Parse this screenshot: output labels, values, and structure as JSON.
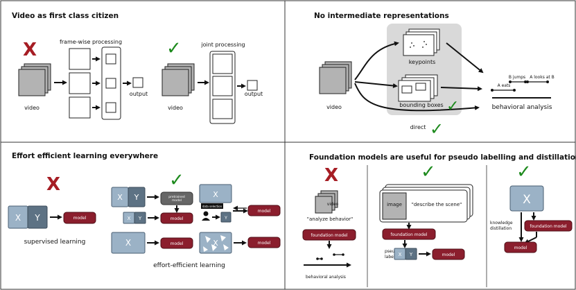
{
  "panel_tl": {
    "title": "Video as first class citizen",
    "frame_wise": "frame-wise processing",
    "joint": "joint processing",
    "video_a": "video",
    "video_b": "video",
    "output_a": "output",
    "output_b": "output",
    "cross": "X",
    "check": "✓"
  },
  "panel_tr": {
    "title": "No intermediate representations",
    "video": "video",
    "keypoints": "keypoints",
    "bounding_boxes": "bounding boxes",
    "direct": "direct",
    "behavioral_analysis": "behavioral analysis",
    "a_eats": "A eats",
    "b_jumps": "B jumps",
    "a_looks_at_b": "A looks at B",
    "check": "✓"
  },
  "panel_bl": {
    "title": "Effort efficient learning everywhere",
    "x": "X",
    "y": "Y",
    "model": "model",
    "supervised": "supervised learning",
    "effort": "effort-efficient learning",
    "pretrained": "pretrained model",
    "data_selection": "data selection",
    "cross": "X",
    "check": "✓"
  },
  "panel_br": {
    "title": "Foundation models are useful for pseudo labelling and distillation",
    "video": "video",
    "analyze": "\"analyze behavior\"",
    "foundation_model": "foundation model",
    "behavioral_analysis": "behavioral analysis",
    "image": "image",
    "describe": "\"describe the scene\"",
    "pseudo_labels": "pseudo labels",
    "x": "X",
    "y": "Y",
    "model": "model",
    "knowledge_distillation": "knowledge distillation",
    "cross": "X",
    "check": "✓"
  },
  "colors": {
    "cross": "#a61d24",
    "check": "#1d8a1d",
    "x_box": "#9bb2c6",
    "y_box": "#5d7284",
    "model_box": "#8b1e2d",
    "frame_gray": "#b3b3b3",
    "highlight": "#d9d9d9"
  }
}
